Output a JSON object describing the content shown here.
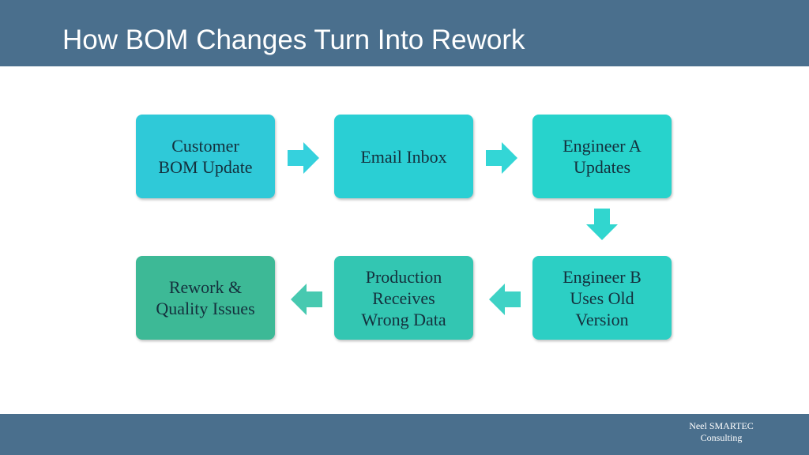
{
  "slide": {
    "title": "How BOM Changes Turn Into Rework",
    "footer": {
      "line1": "Neel SMARTEC",
      "line2": "Consulting"
    }
  },
  "flow": {
    "steps": [
      {
        "lines": [
          "Customer",
          "BOM Update"
        ],
        "color": "#2fc9d8"
      },
      {
        "lines": [
          "Email Inbox"
        ],
        "color": "#2acfd4"
      },
      {
        "lines": [
          "Engineer A",
          "Updates"
        ],
        "color": "#27d3cc"
      },
      {
        "lines": [
          "Engineer B",
          "Uses Old",
          "Version"
        ],
        "color": "#2ccfc4"
      },
      {
        "lines": [
          "Production",
          "Receives",
          "Wrong Data"
        ],
        "color": "#33c6b2"
      },
      {
        "lines": [
          "Rework &",
          "Quality Issues"
        ],
        "color": "#3db996"
      }
    ],
    "arrow_colors": [
      "#35d1dd",
      "#33d6d6",
      "#31d6cf",
      "#3ed2c5",
      "#47c9b0"
    ]
  }
}
